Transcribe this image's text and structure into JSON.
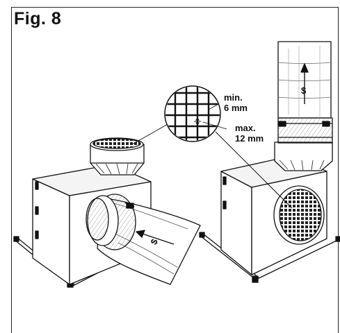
{
  "figure": {
    "title": "Fig. 8"
  },
  "mesh_callout": {
    "min_label": "min.",
    "min_value": "6 mm",
    "max_label": "max.",
    "max_value": "12 mm"
  }
}
